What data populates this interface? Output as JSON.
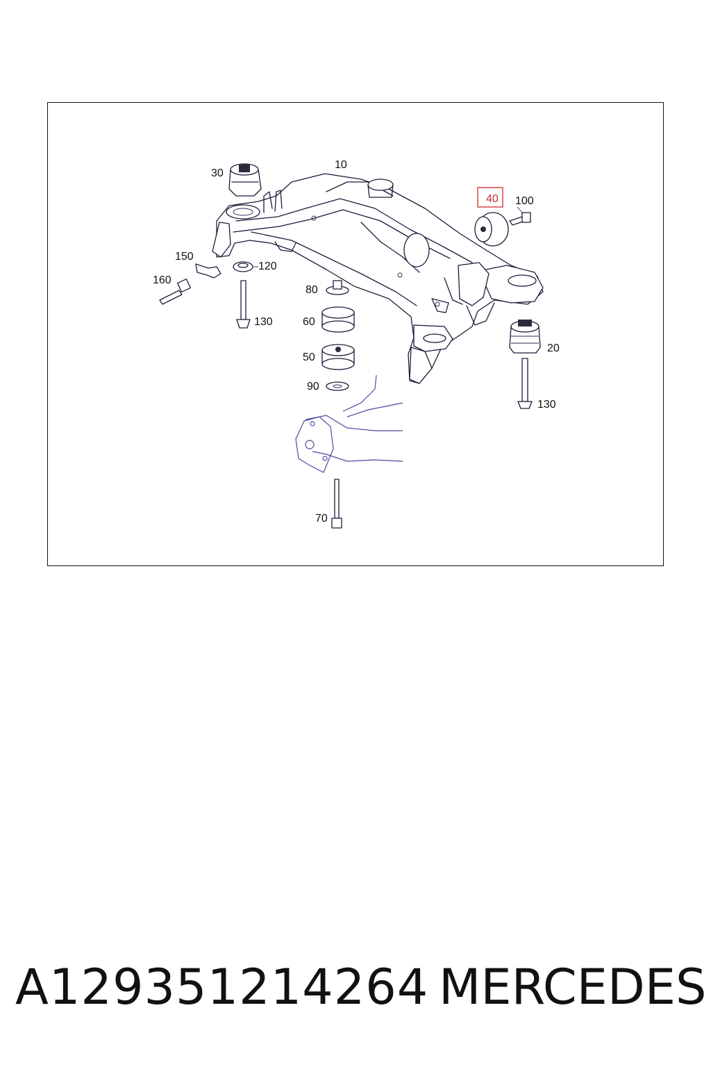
{
  "diagram": {
    "callouts": {
      "c10": "10",
      "c20": "20",
      "c30": "30",
      "c40": "40",
      "c50": "50",
      "c60": "60",
      "c70": "70",
      "c80": "80",
      "c90": "90",
      "c100": "100",
      "c120": "120",
      "c130a": "130",
      "c130b": "130",
      "c150": "150",
      "c160": "160"
    },
    "highlight_color": "#d9534f"
  },
  "footer": {
    "part_number": "A129351214264",
    "brand": "MERCEDES"
  }
}
